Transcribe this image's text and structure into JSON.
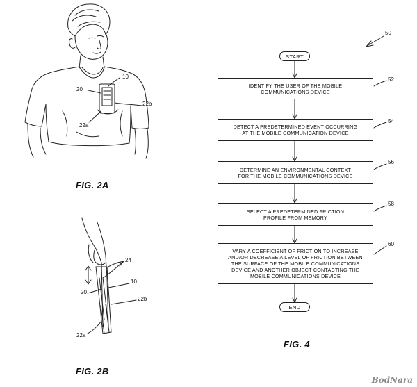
{
  "fig2a": {
    "caption": "FIG. 2A",
    "refs": {
      "device": "10",
      "front": "20",
      "side_a": "22a",
      "side_b": "22b"
    }
  },
  "fig2b": {
    "caption": "FIG. 2B",
    "refs": {
      "fingers": "24",
      "front": "20",
      "device": "10",
      "side_a": "22a",
      "side_b": "22b"
    }
  },
  "fig4": {
    "caption": "FIG. 4",
    "ref_method": "50",
    "start": "START",
    "end": "END",
    "steps": [
      {
        "ref": "52",
        "text": "IDENTIFY THE USER OF THE MOBILE\nCOMMUNICATIONS DEVICE"
      },
      {
        "ref": "54",
        "text": "DETECT A PREDETERMINED EVENT OCCURRING\nAT THE MOBILE COMMUNICATION DEVICE"
      },
      {
        "ref": "56",
        "text": "DETERMINE AN ENVIRONMENTAL CONTEXT\nFOR THE MOBILE COMMUNICATIONS DEVICE"
      },
      {
        "ref": "58",
        "text": "SELECT A PREDETERMINED FRICTION\nPROFILE FROM MEMORY"
      },
      {
        "ref": "60",
        "text": "VARY A COEFFICIENT OF FRICTION TO INCREASE\nAND/OR DECREASE A LEVEL OF FRICTION BETWEEN\nTHE SURFACE OF THE MOBILE COMMUNICATIONS\nDEVICE AND ANOTHER OBJECT CONTACTING THE\nMOBILE COMMUNICATIONS DEVICE"
      }
    ]
  },
  "watermark": "BodNara"
}
